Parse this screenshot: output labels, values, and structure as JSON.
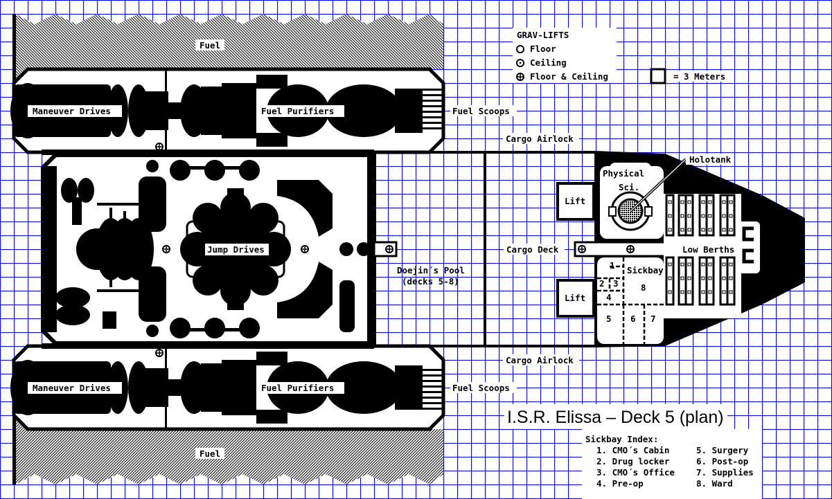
{
  "title": "I.S.R. Elissa – Deck 5 (plan)",
  "colors": {
    "grid": "#0000ff",
    "ink": "#000000",
    "paper": "#ffffff"
  },
  "legend": {
    "heading": "GRAV-LIFTS",
    "items": [
      {
        "icon": "circle-icon",
        "label": "Floor"
      },
      {
        "icon": "circle-dot-icon",
        "label": "Ceiling"
      },
      {
        "icon": "circle-cross-icon",
        "label": "Floor & Ceiling"
      }
    ],
    "scale": "= 3 Meters"
  },
  "labels": {
    "fuel_top": "Fuel",
    "fuel_bottom": "Fuel",
    "maneuver_top": "Maneuver Drives",
    "maneuver_bottom": "Maneuver Drives",
    "purifiers_top": "Fuel Purifiers",
    "purifiers_bottom": "Fuel Purifiers",
    "scoops_top": "Fuel Scoops",
    "scoops_bottom": "Fuel Scoops",
    "airlock_top": "Cargo Airlock",
    "airlock_bottom": "Cargo Airlock",
    "jump": "Jump Drives",
    "pool": "Doejin´s Pool",
    "pool_sub": "(decks 5-8)",
    "cargo_deck": "Cargo Deck",
    "lift_top": "Lift",
    "lift_bottom": "Lift",
    "phys": "Physical",
    "sci": "Sci.",
    "holotank": "Holotank",
    "low_berths": "Low Berths",
    "sickbay": "Sickbay",
    "rooms": [
      "1",
      "2",
      "3",
      "4",
      "5",
      "6",
      "7",
      "8"
    ]
  },
  "sickbay_index": {
    "heading": "Sickbay Index:",
    "items": [
      "1. CMO´s Cabin",
      "2. Drug locker",
      "3. CMO´s Office",
      "4. Pre-op",
      "5. Surgery",
      "6. Post-op",
      "7. Supplies",
      "8. Ward"
    ]
  }
}
